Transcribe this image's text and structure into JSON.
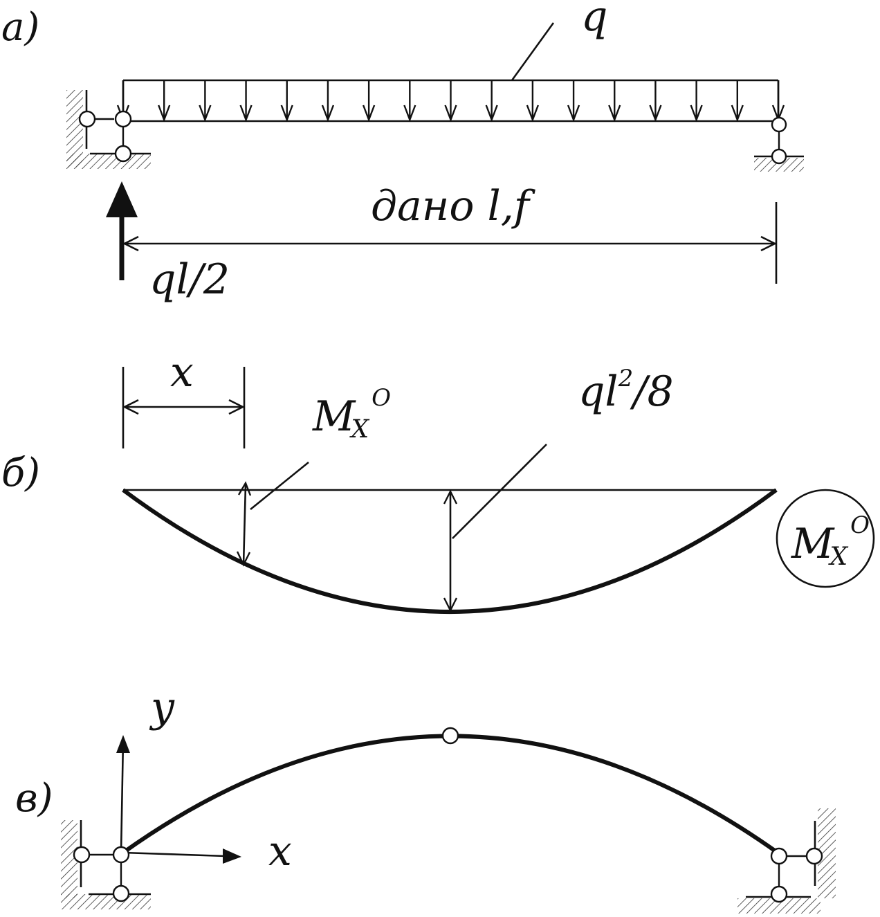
{
  "panel_a": {
    "label": "а)",
    "load_label": "q",
    "given_label": "дано l,f",
    "reaction_label": "ql/2"
  },
  "panel_b": {
    "label": "б)",
    "x_label": "x",
    "moment_main": "M",
    "moment_sub": "X",
    "moment_sup": "O",
    "max_base": "ql",
    "max_exp": "2",
    "max_tail": "/8",
    "circle_main": "M",
    "circle_sub": "X",
    "circle_sup": "O"
  },
  "panel_c": {
    "label": "в)",
    "y_axis": "y",
    "x_axis": "x"
  }
}
